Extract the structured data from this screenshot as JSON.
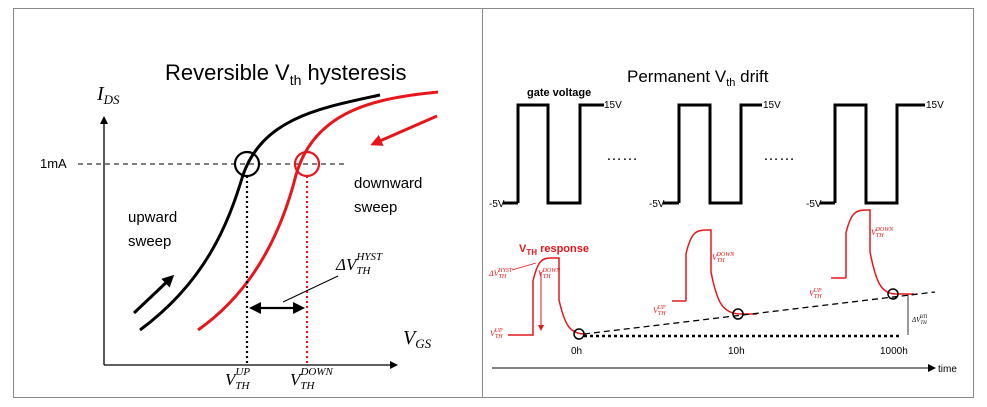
{
  "left_panel": {
    "title_prefix": "Reversible V",
    "title_sub": "th",
    "title_suffix": " hysteresis",
    "y_axis_main": "I",
    "y_axis_sub": "DS",
    "x_axis_main": "V",
    "x_axis_sub": "GS",
    "current_level": "1mA",
    "upward_line1": "upward",
    "upward_line2": "sweep",
    "downward_line1": "downward",
    "downward_line2": "sweep",
    "delta_main": "ΔV",
    "delta_sub": "TH",
    "delta_sup": "HYST",
    "vup_main": "V",
    "vup_sub": "TH",
    "vup_sup": "UP",
    "vdown_main": "V",
    "vdown_sub": "TH",
    "vdown_sup": "DOWN",
    "colors": {
      "black_curve": "#000000",
      "red_curve": "#e8161b"
    }
  },
  "right_panel": {
    "title_prefix": "Permanent V",
    "title_sub": "th",
    "title_suffix": " drift",
    "gate_voltage_label": "gate voltage",
    "high_level": "15V",
    "low_level": "-5V",
    "dots": "……",
    "response_label_main": "V",
    "response_label_sub": "TH",
    "response_label_suffix": " response",
    "response_main": "V",
    "response_sub": "TH",
    "sup_hyst": "HYST",
    "sup_down": "DOWN",
    "sup_up": "UP",
    "sup_bti": "BTI",
    "delta_main": "ΔV",
    "delta_sub": "TH",
    "times": [
      "0h",
      "10h",
      "1000h"
    ],
    "time_label": "time",
    "colors": {
      "red": "#e8161b"
    }
  }
}
